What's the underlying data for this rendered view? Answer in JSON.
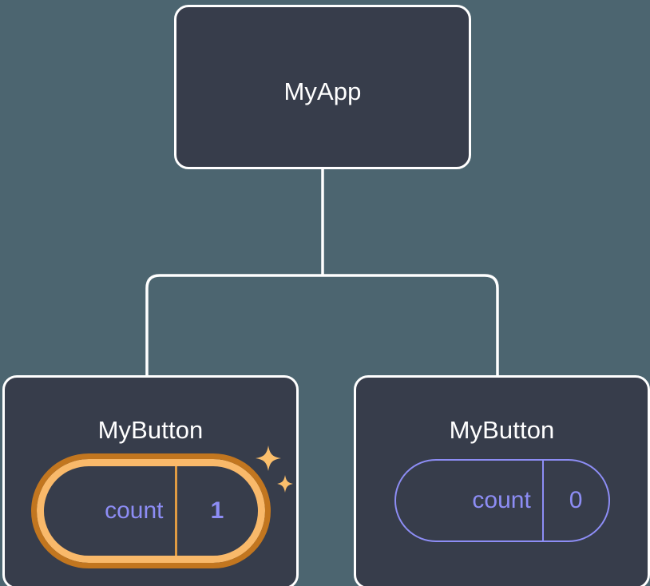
{
  "diagram": {
    "type": "react-component-tree",
    "background_color": "#4c6570",
    "card_color": "#373d4b",
    "border_color": "#ffffff",
    "state_color": "#8d8df5",
    "highlight_inner_color": "#f9b96a",
    "highlight_outer_color": "#c2761f",
    "sparkle_color": "#fbbf6c"
  },
  "root": {
    "title": "MyApp"
  },
  "children": [
    {
      "title": "MyButton",
      "state_key": "count",
      "state_value": "1",
      "highlighted": true,
      "sparkles": 2
    },
    {
      "title": "MyButton",
      "state_key": "count",
      "state_value": "0",
      "highlighted": false,
      "sparkles": 0
    }
  ]
}
